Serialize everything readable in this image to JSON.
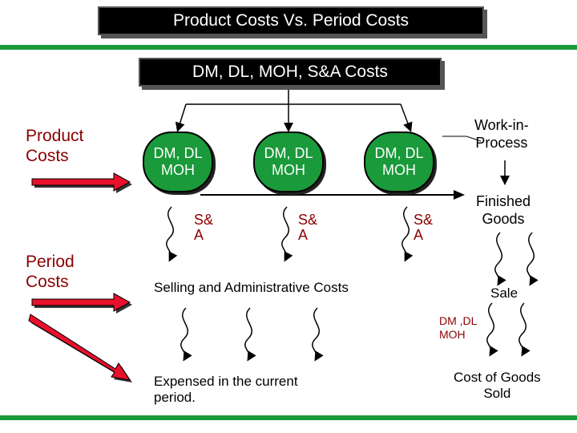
{
  "title": "Product Costs Vs. Period Costs",
  "cost_box": "DM, DL, MOH, S&A Costs",
  "product_costs": {
    "line1": "Product",
    "line2": "Costs"
  },
  "period_costs": {
    "line1": "Period",
    "line2": "Costs"
  },
  "ovals": [
    {
      "line1": "DM, DL",
      "line2": "MOH"
    },
    {
      "line1": "DM, DL",
      "line2": "MOH"
    },
    {
      "line1": "DM, DL",
      "line2": "MOH"
    }
  ],
  "sa_labels": [
    {
      "line1": "S&",
      "line2": "A"
    },
    {
      "line1": "S&",
      "line2": "A"
    },
    {
      "line1": "S&",
      "line2": "A"
    }
  ],
  "wip": {
    "line1": "Work-in-",
    "line2": "Process"
  },
  "finished_goods": {
    "line1": "Finished",
    "line2": "Goods"
  },
  "selling_admin": "Selling and Administrative Costs",
  "sale": "Sale",
  "dm_dl_moh": {
    "line1": "DM ,DL",
    "line2": "MOH"
  },
  "expensed": {
    "line1": "Expensed in the current",
    "line2": "period."
  },
  "cogs": {
    "line1": "Cost of Goods",
    "line2": "Sold"
  },
  "colors": {
    "green_bar": "#1a9a3a",
    "oval_fill": "#1a9a3a",
    "red_arrow": "#e8102a",
    "dark_red_text": "#8b0000"
  }
}
